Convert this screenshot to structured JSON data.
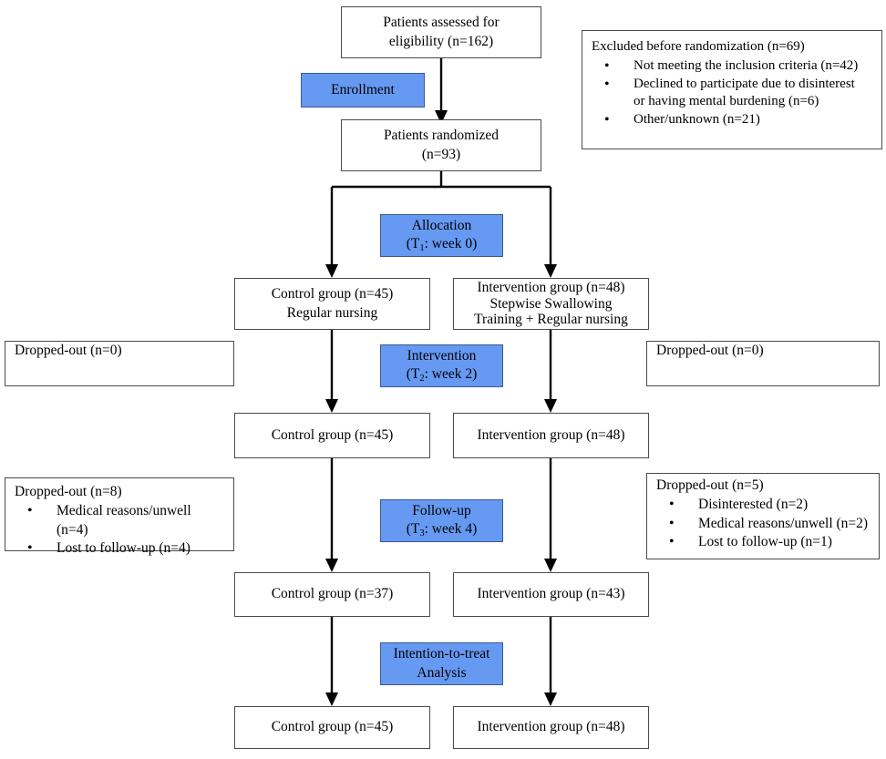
{
  "diagram": {
    "title": "CONSORT participant flow diagram",
    "accent_color": "#6699F2",
    "box_border_color": "#4a4a4a",
    "arrow_color": "#000000"
  },
  "stage_labels": {
    "enrollment": "Enrollment",
    "allocation_line1": "Allocation",
    "allocation_line2_pre": "(T",
    "allocation_line2_sub": "1",
    "allocation_line2_post": ": week 0)",
    "intervention_line1": "Intervention",
    "intervention_line2_pre": "(T",
    "intervention_line2_sub": "2",
    "intervention_line2_post": ": week 2)",
    "followup_line1": "Follow-up",
    "followup_line2_pre": "(T",
    "followup_line2_sub": "3",
    "followup_line2_post": ": week 4)",
    "itt_line1": "Intention-to-treat",
    "itt_line2": "Analysis"
  },
  "nodes": {
    "assessed": {
      "line1": "Patients assessed for",
      "line2": "eligibility (n=162)"
    },
    "randomized": {
      "line1": "Patients randomized",
      "line2": "(n=93)"
    },
    "excluded": {
      "heading": "Excluded before randomization (n=69)",
      "bullets": [
        {
          "text": "Not meeting the inclusion criteria (n=42)",
          "cont": ""
        },
        {
          "text": "Declined to participate due to disinterest",
          "cont": "or having mental burdening (n=6)"
        },
        {
          "text": "Other/unknown (n=21)",
          "cont": ""
        }
      ]
    },
    "alloc_control": {
      "line1": "Control group (n=45)",
      "line2": "Regular nursing",
      "line3": ""
    },
    "alloc_intervention": {
      "line1": "Intervention group (n=48)",
      "line2": "Stepwise Swallowing",
      "line3": "Training + Regular nursing"
    },
    "dropout_t2_control": {
      "heading": "Dropped-out (n=0)",
      "bullets": []
    },
    "dropout_t2_intervention": {
      "heading": "Dropped-out (n=0)",
      "bullets": []
    },
    "t2_control": {
      "line1": "Control group (n=45)"
    },
    "t2_intervention": {
      "line1": "Intervention group (n=48)"
    },
    "dropout_t3_control": {
      "heading": "Dropped-out (n=8)",
      "bullets": [
        {
          "text": "Medical reasons/unwell (n=4)",
          "cont": ""
        },
        {
          "text": "Lost to follow-up (n=4)",
          "cont": ""
        }
      ]
    },
    "dropout_t3_intervention": {
      "heading": "Dropped-out (n=5)",
      "bullets": [
        {
          "text": "Disinterested (n=2)",
          "cont": ""
        },
        {
          "text": "Medical reasons/unwell (n=2)",
          "cont": ""
        },
        {
          "text": "Lost to follow-up (n=1)",
          "cont": ""
        }
      ]
    },
    "t3_control": {
      "line1": "Control group (n=37)"
    },
    "t3_intervention": {
      "line1": "Intervention group (n=43)"
    },
    "itt_control": {
      "line1": "Control group (n=45)"
    },
    "itt_intervention": {
      "line1": "Intervention group (n=48)"
    }
  }
}
